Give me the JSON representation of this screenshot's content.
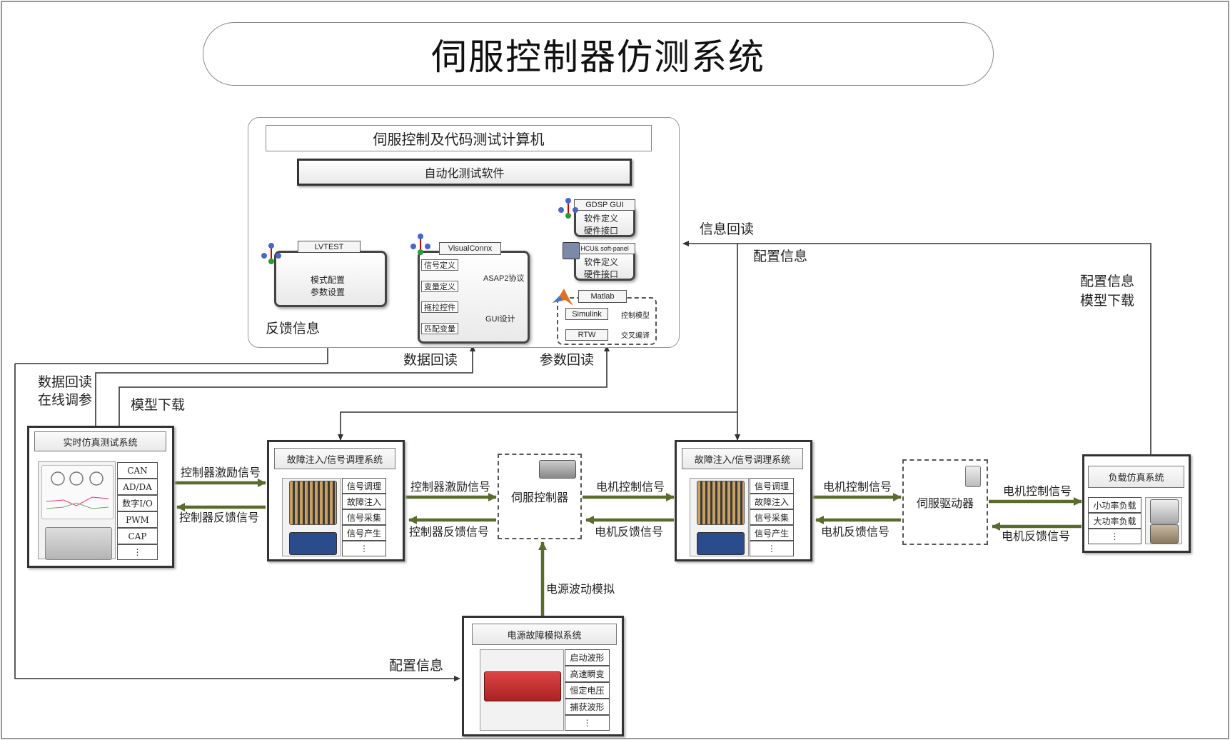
{
  "title": "伺服控制器仿测系统",
  "computer": {
    "title": "伺服控制及代码测试计算机",
    "software": "自动化测试软件",
    "lvtest": {
      "tag": "LVTEST",
      "line1": "模式配置",
      "line2": "参数设置"
    },
    "visualconnx": {
      "tag": "VisualConnx",
      "items": [
        "信号定义",
        "变量定义",
        "拖拉控件",
        "匹配变量"
      ],
      "asap2": "ASAP2协议",
      "gui": "GUI设计"
    },
    "gdsp": {
      "tag": "GDSP GUI",
      "line1": "软件定义",
      "line2": "硬件接口"
    },
    "hcu": {
      "tag": "HCU& soft-panel",
      "line1": "软件定义",
      "line2": "硬件接口"
    },
    "matlab": {
      "matlab": "Matlab",
      "simulink": "Simulink",
      "rtw": "RTW",
      "model": "控制模型",
      "cross": "交叉编译"
    }
  },
  "realtime": {
    "title": "实时仿真测试系统",
    "items": [
      "CAN",
      "AD/DA",
      "数字I/O",
      "PWM",
      "CAP",
      "⋮"
    ]
  },
  "fault_left": {
    "title": "故障注入/信号调理系统",
    "items": [
      "信号调理",
      "故障注入",
      "信号采集",
      "信号产生",
      "⋮"
    ]
  },
  "fault_right": {
    "title": "故障注入/信号调理系统",
    "items": [
      "信号调理",
      "故障注入",
      "信号采集",
      "信号产生",
      "⋮"
    ]
  },
  "controller": "伺服控制器",
  "driver": "伺服驱动器",
  "load": {
    "title": "负载仿真系统",
    "items": [
      "小功率负载",
      "大功率负载",
      "⋮"
    ]
  },
  "power": {
    "title": "电源故障模拟系统",
    "items": [
      "启动波形",
      "高速瞬变",
      "恒定电压",
      "捕获波形",
      "⋮"
    ]
  },
  "labels": {
    "info_readback": "信息回读",
    "config_info": "配置信息",
    "config_model_1": "配置信息",
    "config_model_2": "模型下载",
    "feedback_info": "反馈信息",
    "data_readback": "数据回读",
    "param_readback": "参数回读",
    "data_readback_left": "数据回读",
    "online_tuning": "在线调参",
    "model_download": "模型下载",
    "ctrl_excite_1": "控制器激励信号",
    "ctrl_feedback_1": "控制器反馈信号",
    "ctrl_excite_2": "控制器激励信号",
    "ctrl_feedback_2": "控制器反馈信号",
    "motor_ctrl_1": "电机控制信号",
    "motor_feedback_1": "电机反馈信号",
    "motor_ctrl_2": "电机控制信号",
    "motor_feedback_2": "电机反馈信号",
    "motor_ctrl_3": "电机控制信号",
    "motor_feedback_3": "电机反馈信号",
    "power_fluct": "电源波动模拟",
    "config_bottom": "配置信息"
  },
  "colors": {
    "signal_arrow": "#5a6b2e",
    "line": "#333333"
  }
}
